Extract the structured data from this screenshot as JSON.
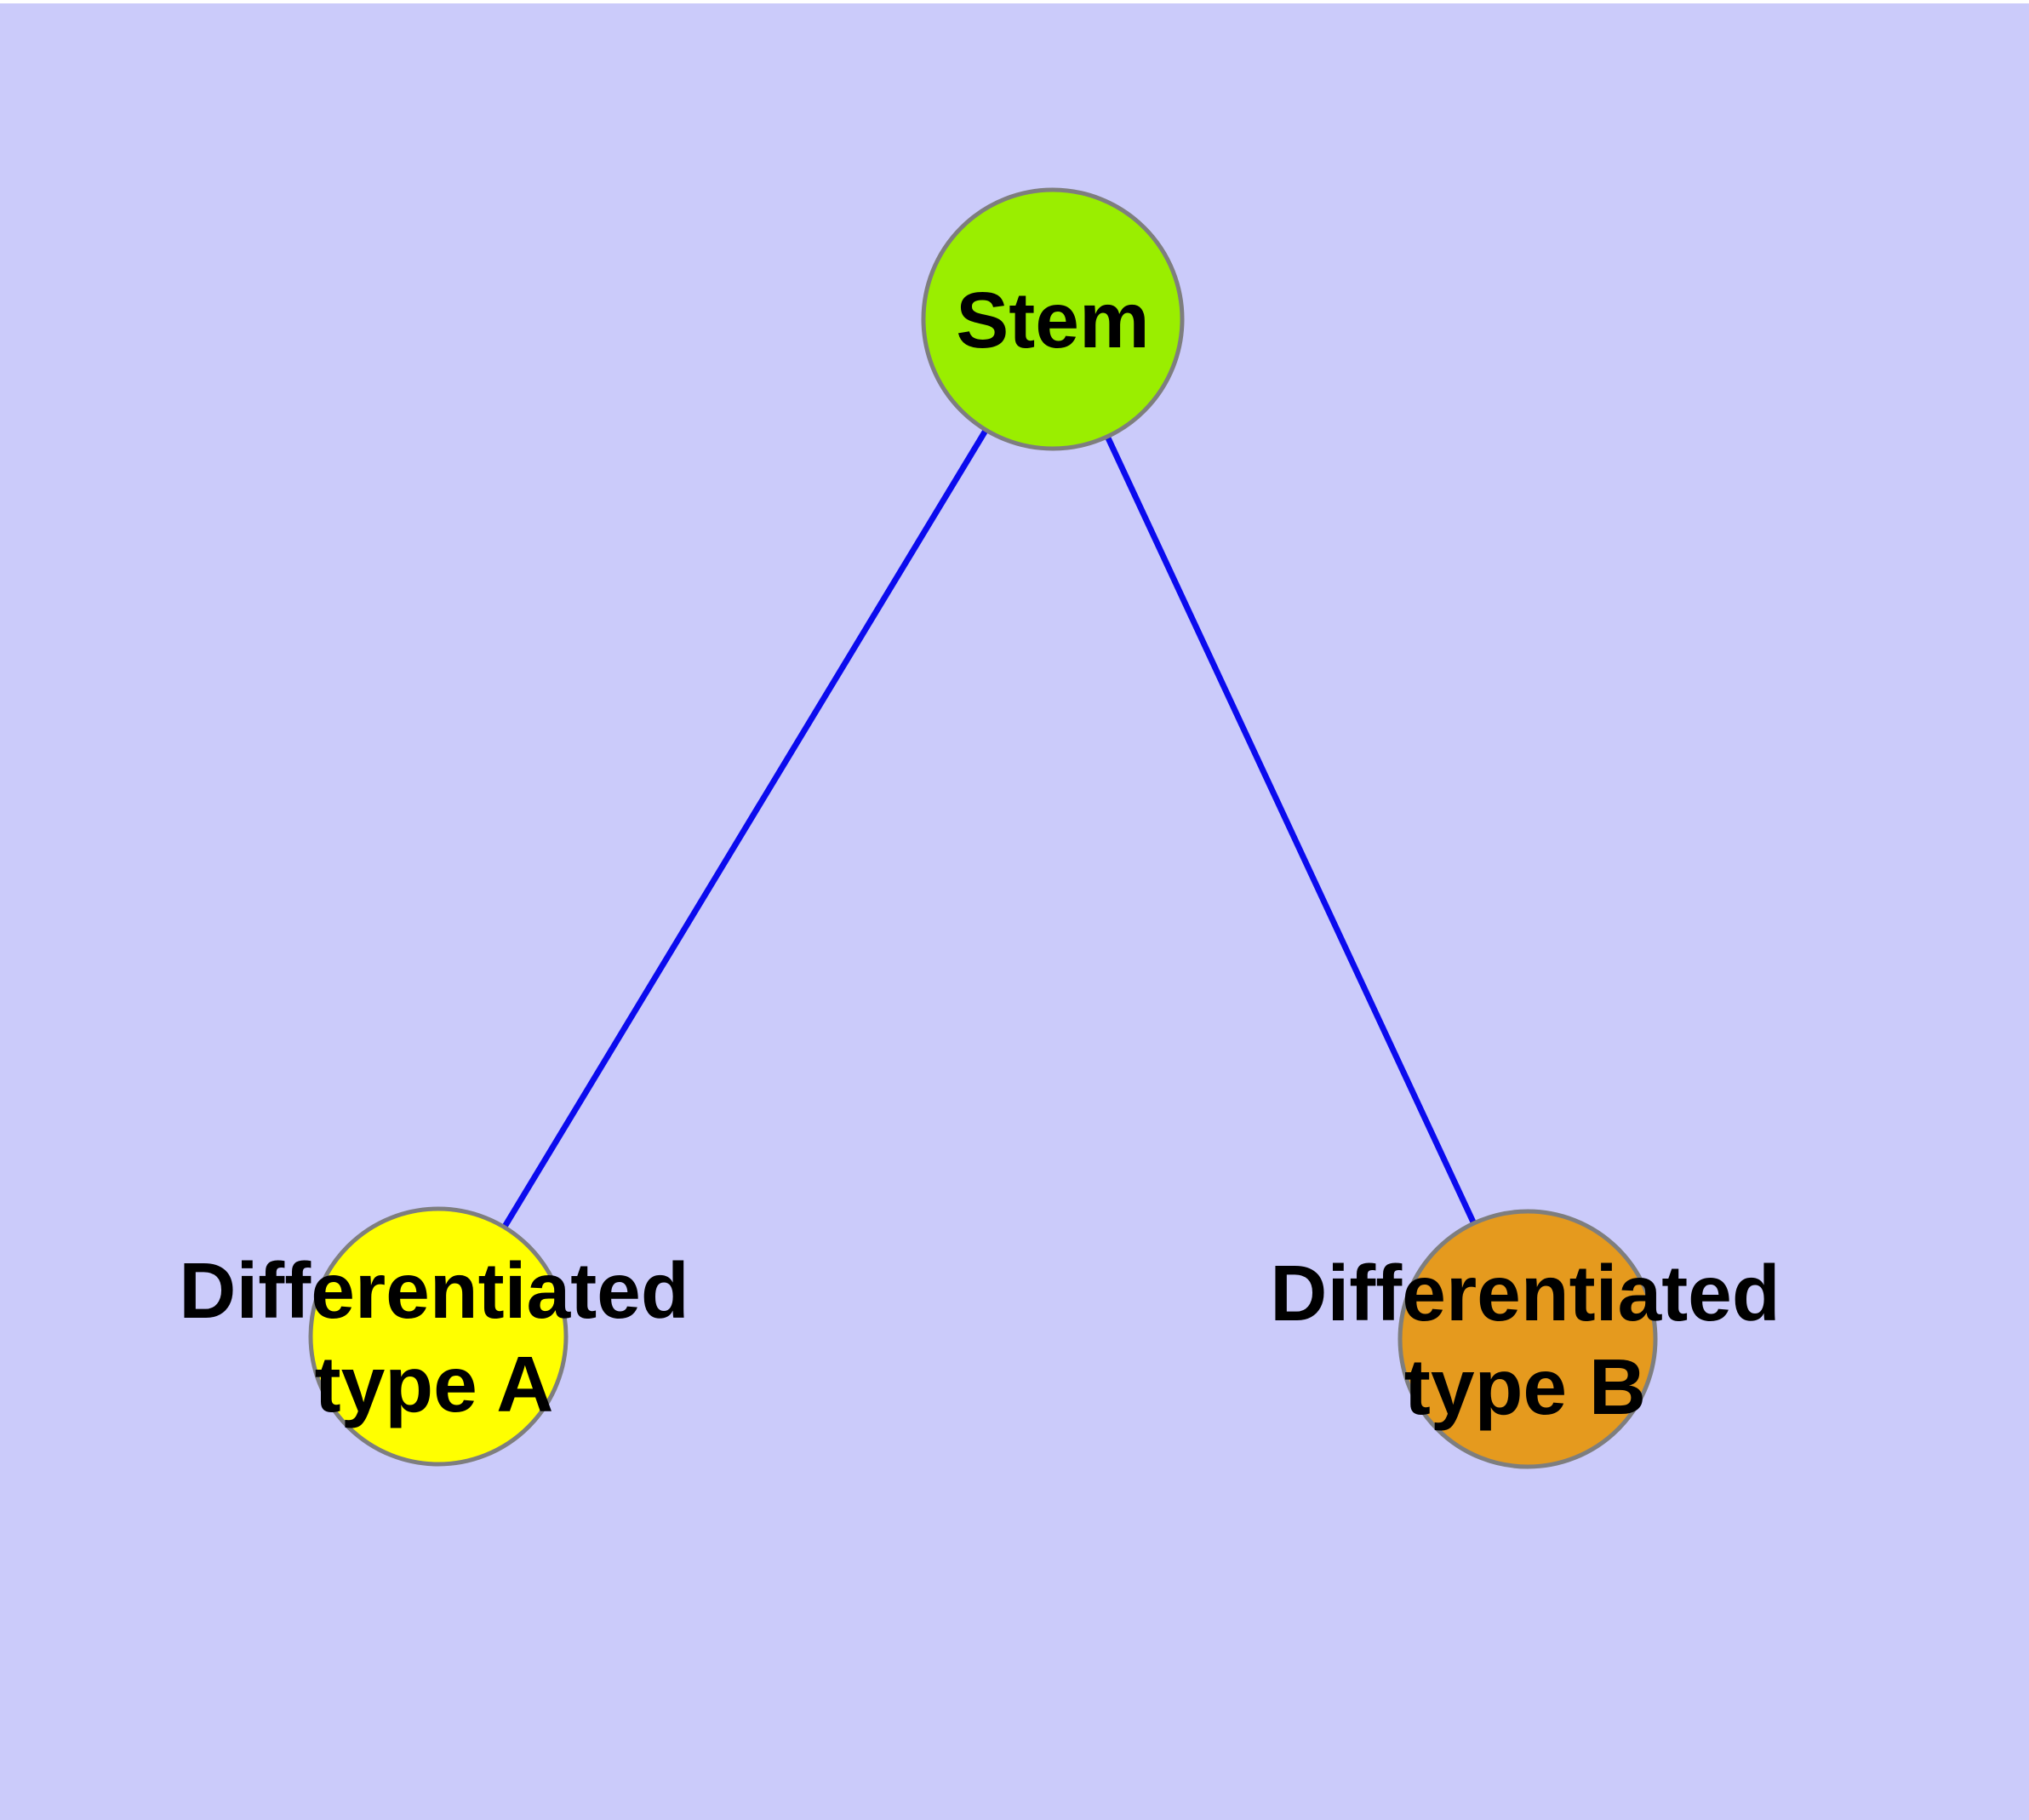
{
  "diagram": {
    "type": "graph",
    "colors": {
      "background": "#cbcbfa",
      "top_strip": "#ffffff",
      "edge": "#0b0bee",
      "node_border": "#7e7e7e",
      "label_text": "#000000"
    },
    "nodes": [
      {
        "id": "stem",
        "label": "Stem",
        "label_lines": [
          "Stem"
        ],
        "fill": "#9aee00",
        "shape": "circle"
      },
      {
        "id": "differentiated-type-a",
        "label": "Differentiated type A",
        "label_lines": [
          "Differentiated",
          "type A"
        ],
        "fill": "#ffff00",
        "shape": "circle"
      },
      {
        "id": "differentiated-type-b",
        "label": "Differentiated type B",
        "label_lines": [
          "Differentiated",
          "type B"
        ],
        "fill": "#e59a1e",
        "shape": "circle"
      }
    ],
    "edges": [
      {
        "from": "Stem",
        "to": "Differentiated type A"
      },
      {
        "from": "Stem",
        "to": "Differentiated type B"
      }
    ]
  }
}
